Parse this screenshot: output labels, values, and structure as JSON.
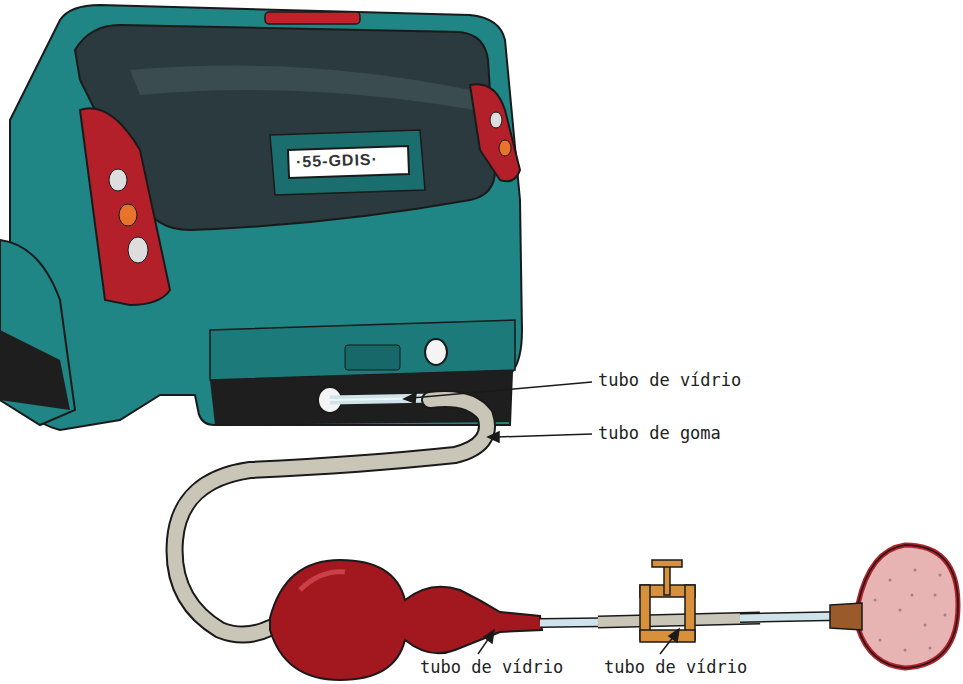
{
  "diagram": {
    "labels": [
      "·55-GDIS·",
      "tubo de vídrio",
      "tubo de goma",
      "tubo de vídrio",
      "tubo de vídrio"
    ]
  }
}
